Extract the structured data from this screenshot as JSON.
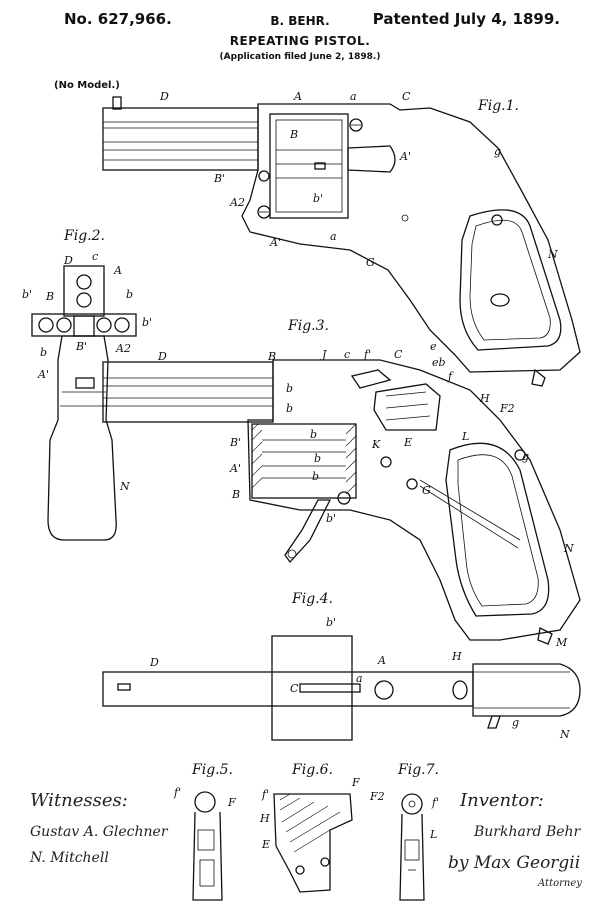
{
  "header": {
    "patent_number": "No. 627,966.",
    "inventor": "B. BEHR.",
    "patent_date": "Patented July 4, 1899.",
    "title": "REPEATING PISTOL.",
    "application": "(Application filed June 2, 1898.)",
    "no_model": "(No Model.)"
  },
  "figures": {
    "fig1": "Fig.1.",
    "fig2": "Fig.2.",
    "fig3": "Fig.3.",
    "fig4": "Fig.4.",
    "fig5": "Fig.5.",
    "fig6": "Fig.6.",
    "fig7": "Fig.7."
  },
  "labels": {
    "fig1": [
      "D",
      "A",
      "a",
      "C",
      "B",
      "A'",
      "g",
      "B'",
      "A2",
      "b'",
      "A'",
      "a",
      "G",
      "N"
    ],
    "fig2": [
      "D",
      "c",
      "A",
      "b'",
      "B",
      "b",
      "b'",
      "b",
      "B'",
      "A2",
      "A'",
      "N"
    ],
    "fig3": [
      "B",
      "J",
      "c",
      "f'",
      "C",
      "e",
      "eb",
      "f",
      "D",
      "b",
      "b",
      "b",
      "H",
      "F2",
      "B'",
      "b",
      "A'",
      "b",
      "K",
      "E",
      "L",
      "B",
      "b'",
      "g",
      "G",
      "N",
      "M"
    ],
    "fig4": [
      "b'",
      "D",
      "H",
      "A",
      "C",
      "a",
      "g",
      "N"
    ],
    "fig5": [
      "f'",
      "F"
    ],
    "fig6": [
      "F",
      "f'",
      "F2",
      "H",
      "E"
    ],
    "fig7": [
      "f'",
      "L"
    ]
  },
  "signatures": {
    "witnesses_heading": "Witnesses:",
    "witness1": "Gustav A. Glechner",
    "witness2": "N. Mitchell",
    "inventor_heading": "Inventor:",
    "inventor_sig": "Burkhard Behr",
    "attorney_sig": "by Max Georgii",
    "attorney_word": "Attorney"
  }
}
